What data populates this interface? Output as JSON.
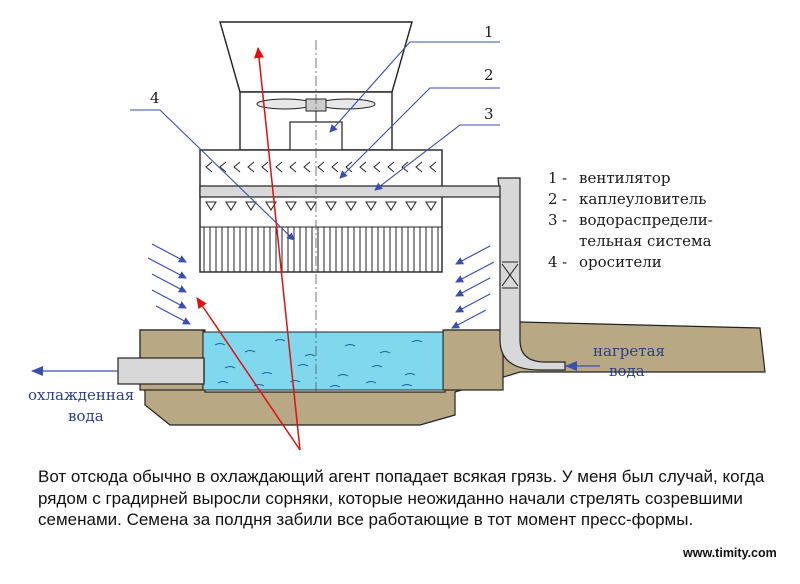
{
  "callouts": {
    "n1": "1",
    "n2": "2",
    "n3": "3",
    "n4": "4"
  },
  "legend": [
    {
      "num": "1",
      "dash": "-",
      "text": "вентилятор"
    },
    {
      "num": "2",
      "dash": "-",
      "text": "каплеуловитель"
    },
    {
      "num": "3",
      "dash": "-",
      "text": "водораспредели-"
    },
    {
      "num": "",
      "dash": "",
      "text": "тельная система"
    },
    {
      "num": "4",
      "dash": "-",
      "text": "оросители"
    }
  ],
  "inflow": {
    "line1": "нагретая",
    "line2": "вода"
  },
  "outflow": {
    "line1": "охлажденная",
    "line2": "вода"
  },
  "caption": "Вот отсюда обычно в охлаждающий агент попадает всякая грязь. У меня был случай, когда рядом с градирней выросли сорняки, которые неожиданно начали стрелять созревшими семенами. Семена за полдня забили все работающие в тот момент пресс-формы.",
  "site": "www.timity.com",
  "colors": {
    "ground": "#b8a884",
    "water": "#7fd8ee",
    "annotation_arrow": "#e01010",
    "flow_arrow": "#3a4fb0",
    "outline": "#222222"
  }
}
